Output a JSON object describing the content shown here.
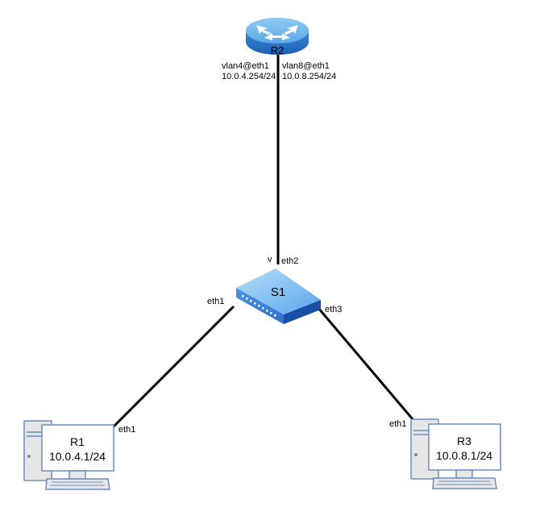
{
  "router": {
    "name": "R2",
    "if_left": "vlan4@eth1",
    "ip_left": "10.0.4.254/24",
    "if_right": "vlan8@eth1",
    "ip_right": "10.0.8.254/24"
  },
  "switch": {
    "name": "S1",
    "port_top_mark": "v",
    "port_top": "eth2",
    "port_left": "eth1",
    "port_right": "eth3"
  },
  "hosts": [
    {
      "name": "R1",
      "ip": "10.0.4.1/24",
      "port": "eth1"
    },
    {
      "name": "R3",
      "ip": "10.0.8.1/24",
      "port": "eth1"
    }
  ],
  "colors": {
    "router_body": "#3d8fd6",
    "router_top": "#6ab4ef",
    "switch_top": "#6ab4ef",
    "switch_side": "#1f63c4",
    "pc_fill": "#e6e6e6",
    "pc_stroke": "#6c8ebf",
    "link": "#000000"
  }
}
